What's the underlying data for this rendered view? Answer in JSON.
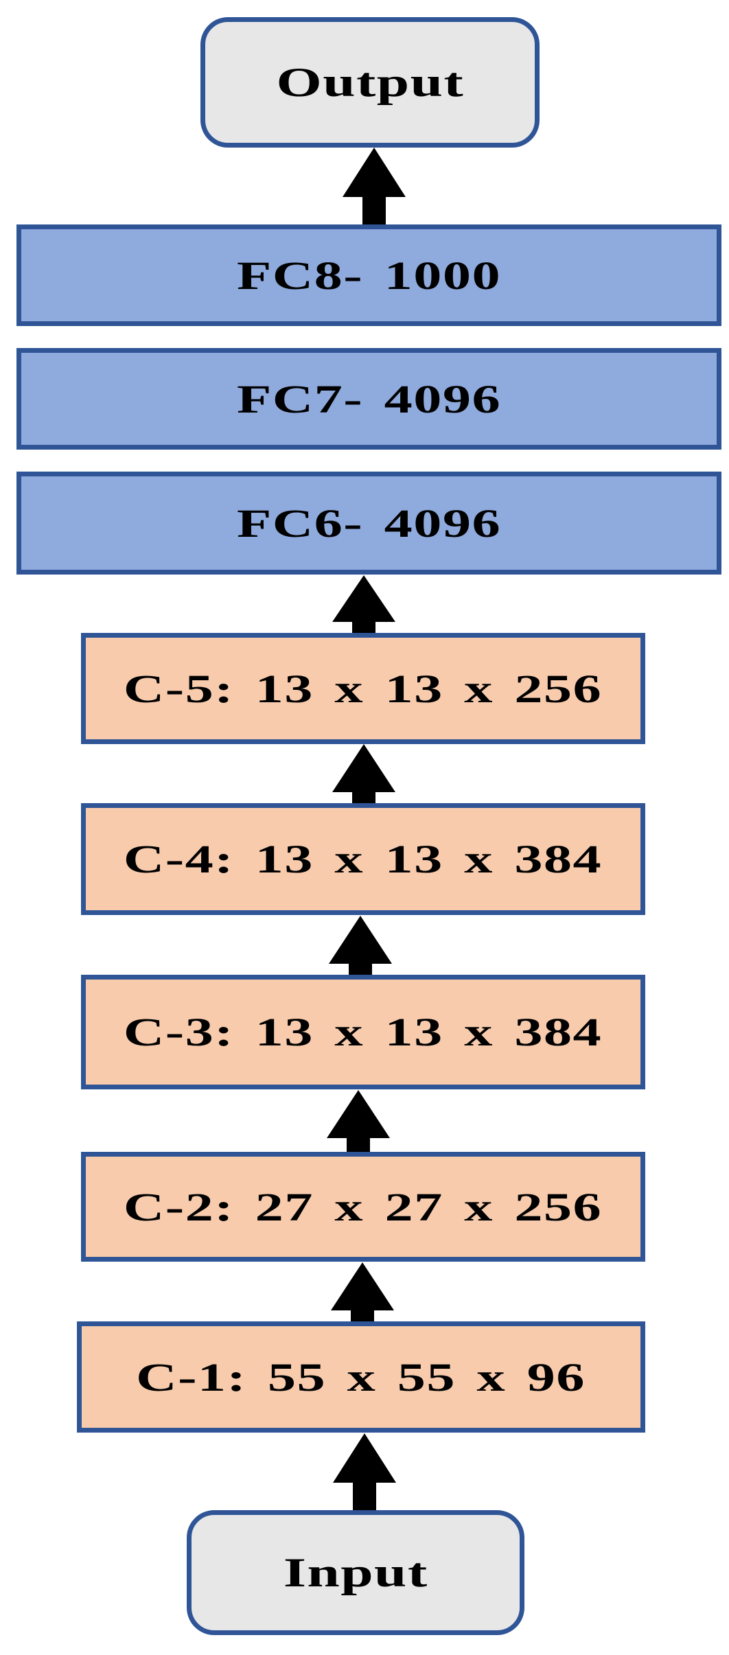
{
  "colors": {
    "background": "#FFFFFF",
    "fc_fill": "#8FAADC",
    "conv_fill": "#F8CBAD",
    "terminal_fill": "#E7E7E7",
    "border": "#2F5597",
    "arrow": "#000000",
    "text": "#000000"
  },
  "nodes": {
    "output": {
      "label": "Output",
      "type": "terminal"
    },
    "fc8": {
      "label": "FC8- 1000",
      "type": "fully-connected"
    },
    "fc7": {
      "label": "FC7- 4096",
      "type": "fully-connected"
    },
    "fc6": {
      "label": "FC6- 4096",
      "type": "fully-connected"
    },
    "c5": {
      "label": "C-5: 13 x 13 x 256",
      "type": "convolution"
    },
    "c4": {
      "label": "C-4: 13 x 13 x 384",
      "type": "convolution"
    },
    "c3": {
      "label": "C-3: 13 x 13 x 384",
      "type": "convolution"
    },
    "c2": {
      "label": "C-2: 27 x 27 x 256",
      "type": "convolution"
    },
    "c1": {
      "label": "C-1: 55 x 55 x 96",
      "type": "convolution"
    },
    "input": {
      "label": "Input",
      "type": "terminal"
    }
  },
  "flow_order_bottom_to_top": [
    "input",
    "c1",
    "c2",
    "c3",
    "c4",
    "c5",
    "fc6",
    "fc7",
    "fc8",
    "output"
  ]
}
